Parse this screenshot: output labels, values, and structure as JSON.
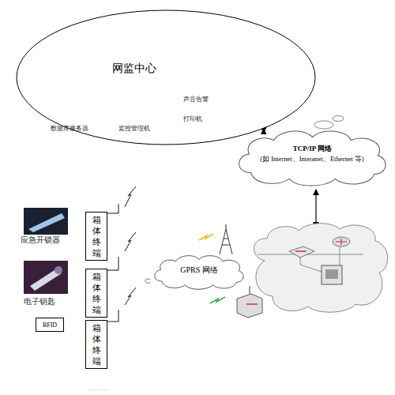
{
  "diagram": {
    "nodes": [
      {
        "text": [
          "网监中心"
        ]
      },
      {
        "text": [
          "TCP/IP 网络",
          "(如 Internet、Interanet、Ethernet 等)"
        ]
      },
      {
        "text": [
          "箱体终端"
        ]
      },
      {
        "text": [
          "GPRS 网络"
        ]
      },
      {
        "text": [
          "箱体终端"
        ]
      },
      {
        "text": [
          "RFID"
        ]
      },
      {
        "text": [
          "箱体终端"
        ]
      }
    ],
    "edges": [
      {
        "from": 0,
        "to": 1,
        "arrow": "both"
      }
    ],
    "labels": [
      "数据库服务器",
      "监控管理机",
      "声音告警",
      "打印机",
      "应急开锁器",
      "电子钥匙",
      "........"
    ]
  }
}
